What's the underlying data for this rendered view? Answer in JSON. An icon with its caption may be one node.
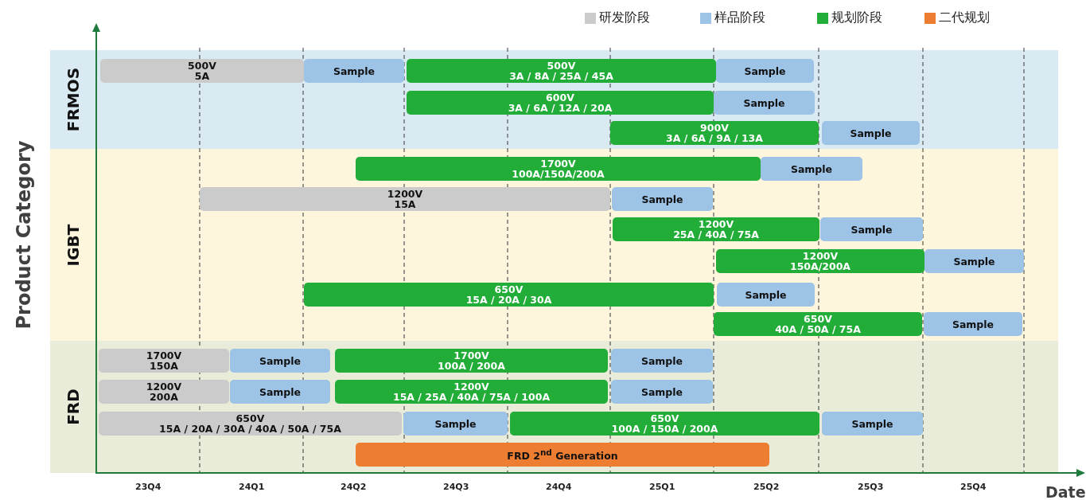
{
  "diagram": {
    "nodes": [
      {
        "text": [
          "FRMOS"
        ]
      },
      {
        "text": [
          "500V 5A"
        ],
        "in": 0
      },
      {
        "text": [
          "Sample"
        ],
        "in": 0
      },
      {
        "text": [
          "500V 3A / 8A / 25A / 45A"
        ],
        "in": 0
      },
      {
        "text": [
          "Sample"
        ],
        "in": 0
      },
      {
        "text": [
          "600V 3A / 6A / 12A / 20A"
        ],
        "in": 0
      },
      {
        "text": [
          "Sample"
        ],
        "in": 0
      },
      {
        "text": [
          "900V 3A / 6A / 9A / 13A"
        ],
        "in": 0
      },
      {
        "text": [
          "Sample"
        ],
        "in": 0
      },
      {
        "text": [
          "IGBT"
        ]
      },
      {
        "text": [
          "1700V 100A/150A/200A"
        ],
        "in": 9
      },
      {
        "text": [
          "Sample"
        ],
        "in": 9
      },
      {
        "text": [
          "1200V 15A"
        ],
        "in": 9
      },
      {
        "text": [
          "Sample"
        ],
        "in": 9
      },
      {
        "text": [
          "1200V 25A / 40A / 75A"
        ],
        "in": 9
      },
      {
        "text": [
          "Sample"
        ],
        "in": 9
      },
      {
        "text": [
          "1200V 150A/200A"
        ],
        "in": 9
      },
      {
        "text": [
          "Sample"
        ],
        "in": 9
      },
      {
        "text": [
          "650V 15A / 20A / 30A"
        ],
        "in": 9
      },
      {
        "text": [
          "Sample"
        ],
        "in": 9
      },
      {
        "text": [
          "650V 40A / 50A / 75A"
        ],
        "in": 9
      },
      {
        "text": [
          "Sample"
        ],
        "in": 9
      },
      {
        "text": [
          "FRD"
        ]
      },
      {
        "text": [
          "1700V 150A"
        ],
        "in": 22
      },
      {
        "text": [
          "Sample"
        ],
        "in": 22
      },
      {
        "text": [
          "1700V 100A / 200A"
        ],
        "in": 22
      },
      {
        "text": [
          "Sample"
        ],
        "in": 22
      },
      {
        "text": [
          "1200V 200A"
        ],
        "in": 22
      },
      {
        "text": [
          "Sample"
        ],
        "in": 22
      },
      {
        "text": [
          "1200V 15A / 25A / 40A / 75A / 100A"
        ],
        "in": 22
      },
      {
        "text": [
          "Sample"
        ],
        "in": 22
      },
      {
        "text": [
          "650V 15A / 20A / 30A / 40A / 50A / 75A"
        ],
        "in": 22
      },
      {
        "text": [
          "Sample"
        ],
        "in": 22
      },
      {
        "text": [
          "650V 100A / 150A / 200A"
        ],
        "in": 22
      },
      {
        "text": [
          "Sample"
        ],
        "in": 22
      },
      {
        "text": [
          "FRD 2$^{nd}$ Generation"
        ],
        "in": 22
      }
    ],
    "labels": [
      "Product Category",
      "23Q4",
      "24Q1",
      "24Q2",
      "24Q3",
      "24Q4",
      "25Q1",
      "25Q2",
      "25Q3",
      "25Q4",
      "Date"
    ],
    "legend": [
      {
        "text": "研发阶段",
        "color": "#cccbcb"
      },
      {
        "text": "样品阶段",
        "color": "#9dc3e6"
      },
      {
        "text": "规划阶段",
        "color": "#22ac38"
      },
      {
        "text": "二代规划",
        "color": "#ed7d31"
      }
    ]
  }
}
